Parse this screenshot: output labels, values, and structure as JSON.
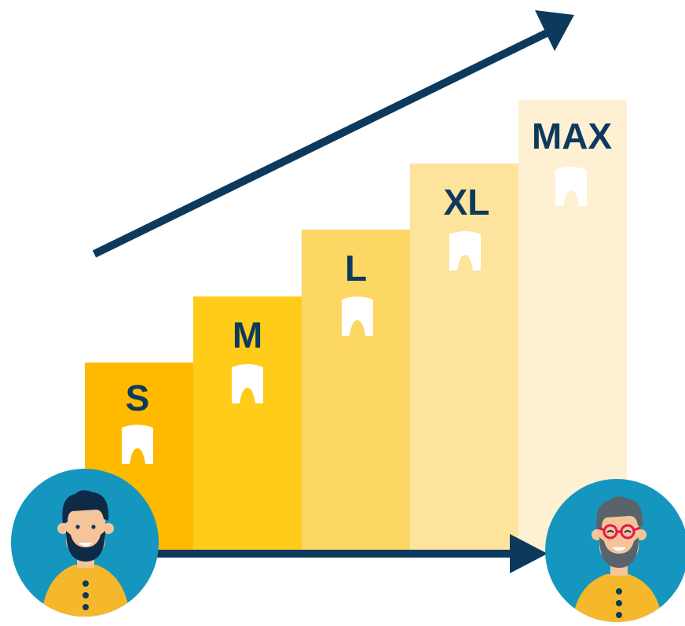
{
  "diagram": {
    "steps": [
      {
        "label": "S",
        "color": "#ffba00"
      },
      {
        "label": "M",
        "color": "#ffcc1a"
      },
      {
        "label": "L",
        "color": "#fdd764"
      },
      {
        "label": "XL",
        "color": "#fee39c"
      },
      {
        "label": "MAX",
        "color": "#fef1d3"
      }
    ],
    "tooth_icon": "tooth-icon",
    "start_person": "man-with-beard-avatar",
    "end_person": "older-man-with-glasses-avatar",
    "colors": {
      "navy": "#0d3a5c",
      "teal": "#1496bf",
      "skin": "#f6c499",
      "shirt": "#f5b82a",
      "hair_dark": "#0d2b46",
      "hair_gray": "#59636b",
      "glasses": "#e5174e",
      "tooth": "#ffffff"
    }
  }
}
